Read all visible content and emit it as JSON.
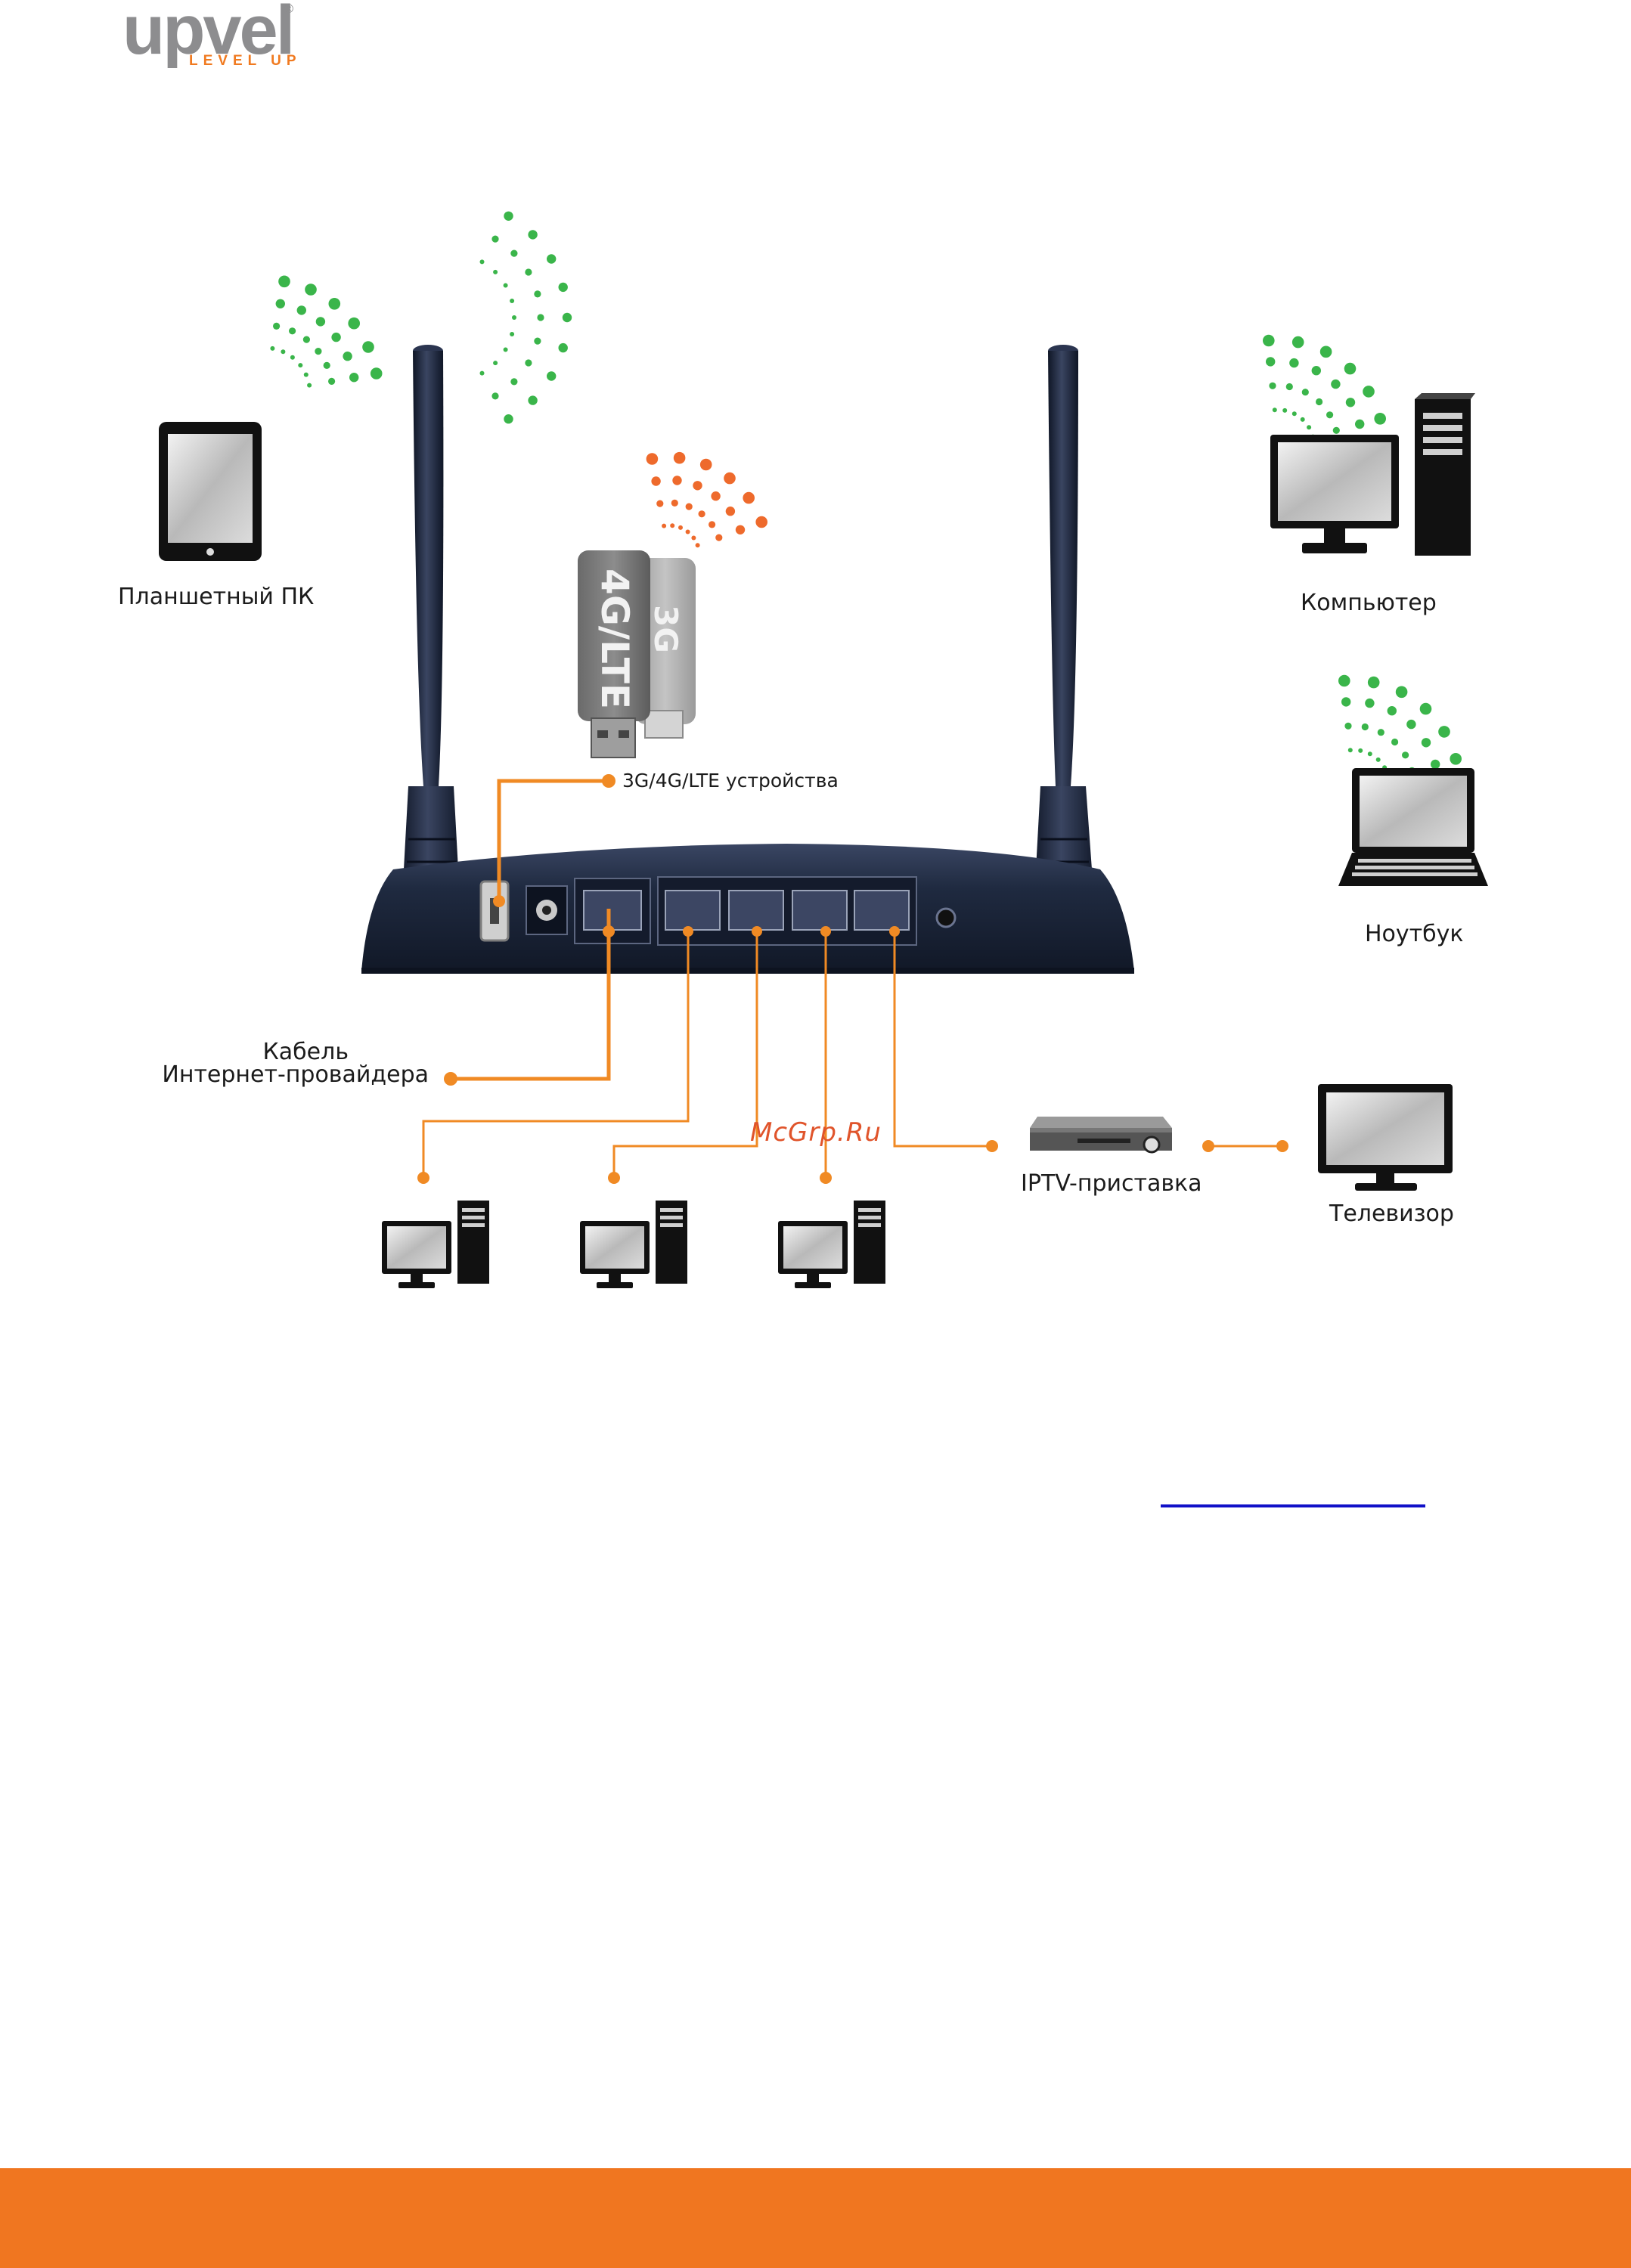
{
  "brand": {
    "name": "upvel",
    "tagline": "LEVEL UP",
    "registered": "®"
  },
  "labels": {
    "tablet": "Планшетный ПК",
    "computer": "Компьютер",
    "laptop": "Ноутбук",
    "modem": "3G/4G/LTE устройства",
    "isp_cable_line1": "Кабель",
    "isp_cable_line2": "Интернет-провайдера",
    "iptv": "IPTV-приставка",
    "tv": "Телевизор"
  },
  "modem_stick": {
    "front": "4G/LTE",
    "back": "3G"
  },
  "watermark": "McGrp.Ru",
  "colors": {
    "wifi_green": "#3ab54a",
    "signal_orange": "#ee6a2c",
    "cable_orange": "#f08a24",
    "router_body": "#1f2a40",
    "footer": "#f07620",
    "link_blue": "#1010c8"
  }
}
